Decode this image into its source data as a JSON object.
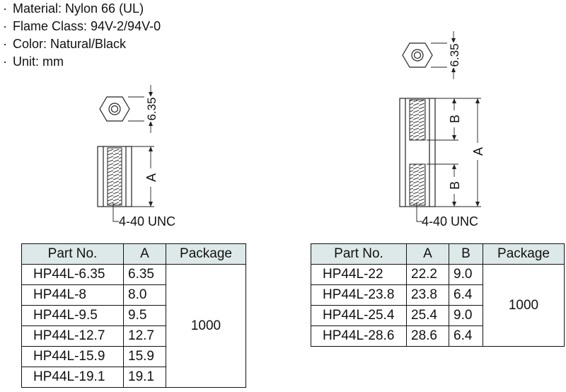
{
  "specs": [
    "Material: Nylon 66 (UL)",
    "Flame Class: 94V-2/94V-0",
    "Color: Natural/Black",
    "Unit: mm"
  ],
  "drawing_left": {
    "hex_dim": "6.35",
    "length_dim": "A",
    "thread": "4-40 UNC"
  },
  "drawing_right": {
    "hex_dim": "6.35",
    "length_dim": "A",
    "thread_dim": "B",
    "thread": "4-40 UNC"
  },
  "table_left": {
    "headers": [
      "Part No.",
      "A",
      "Package"
    ],
    "rows": [
      [
        "HP44L-6.35",
        "6.35"
      ],
      [
        "HP44L-8",
        "8.0"
      ],
      [
        "HP44L-9.5",
        "9.5"
      ],
      [
        "HP44L-12.7",
        "12.7"
      ],
      [
        "HP44L-15.9",
        "15.9"
      ],
      [
        "HP44L-19.1",
        "19.1"
      ]
    ],
    "package": "1000"
  },
  "table_right": {
    "headers": [
      "Part No.",
      "A",
      "B",
      "Package"
    ],
    "rows": [
      [
        "HP44L-22",
        "22.2",
        "9.0"
      ],
      [
        "HP44L-23.8",
        "23.8",
        "6.4"
      ],
      [
        "HP44L-25.4",
        "25.4",
        "9.0"
      ],
      [
        "HP44L-28.6",
        "28.6",
        "6.4"
      ]
    ],
    "package": "1000"
  }
}
